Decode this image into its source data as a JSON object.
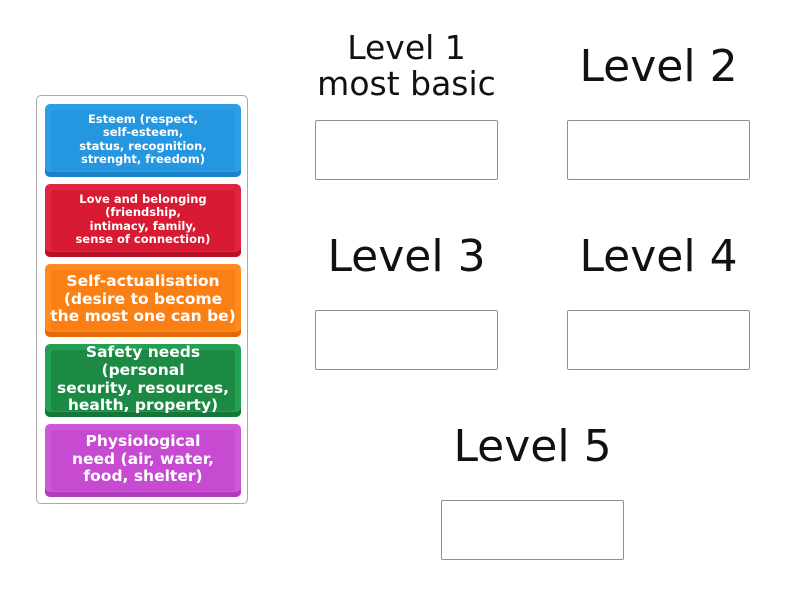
{
  "cards": [
    {
      "id": "esteem",
      "text": "Esteem (respect, self-esteem, status, recognition, strenght, freedom)",
      "lines": [
        "Esteem (respect,",
        "self-esteem,",
        "status, recognition,",
        "strenght, freedom)"
      ],
      "color": "#2b9fe6"
    },
    {
      "id": "love",
      "text": "Love and belonging (friendship, intimacy, family, sense of connection)",
      "lines": [
        "Love and belonging",
        "(friendship,",
        "intimacy, family,",
        "sense of connection)"
      ],
      "color": "#e0253f"
    },
    {
      "id": "self-actualisation",
      "text": "Self-actualisation (desire to become the most one can be)",
      "lines": [
        "Self-actualisation",
        "(desire to become",
        "the most one can be)"
      ],
      "color": "#ff8a1f"
    },
    {
      "id": "safety",
      "text": "Safety needs (personal security, resources, health, property)",
      "lines": [
        "Safety needs (personal",
        "security, resources,",
        "health, property)"
      ],
      "color": "#23a152"
    },
    {
      "id": "physiological",
      "text": "Physiological need (air, water, food, shelter)",
      "lines": [
        "Physiological",
        "need (air, water,",
        "food, shelter)"
      ],
      "color": "#cf58d9"
    }
  ],
  "targets": [
    {
      "id": "level1",
      "label_lines": [
        "Level 1",
        "most basic"
      ],
      "value": ""
    },
    {
      "id": "level2",
      "label": "Level 2",
      "value": ""
    },
    {
      "id": "level3",
      "label": "Level 3",
      "value": ""
    },
    {
      "id": "level4",
      "label": "Level 4",
      "value": ""
    },
    {
      "id": "level5",
      "label": "Level 5",
      "value": ""
    }
  ]
}
